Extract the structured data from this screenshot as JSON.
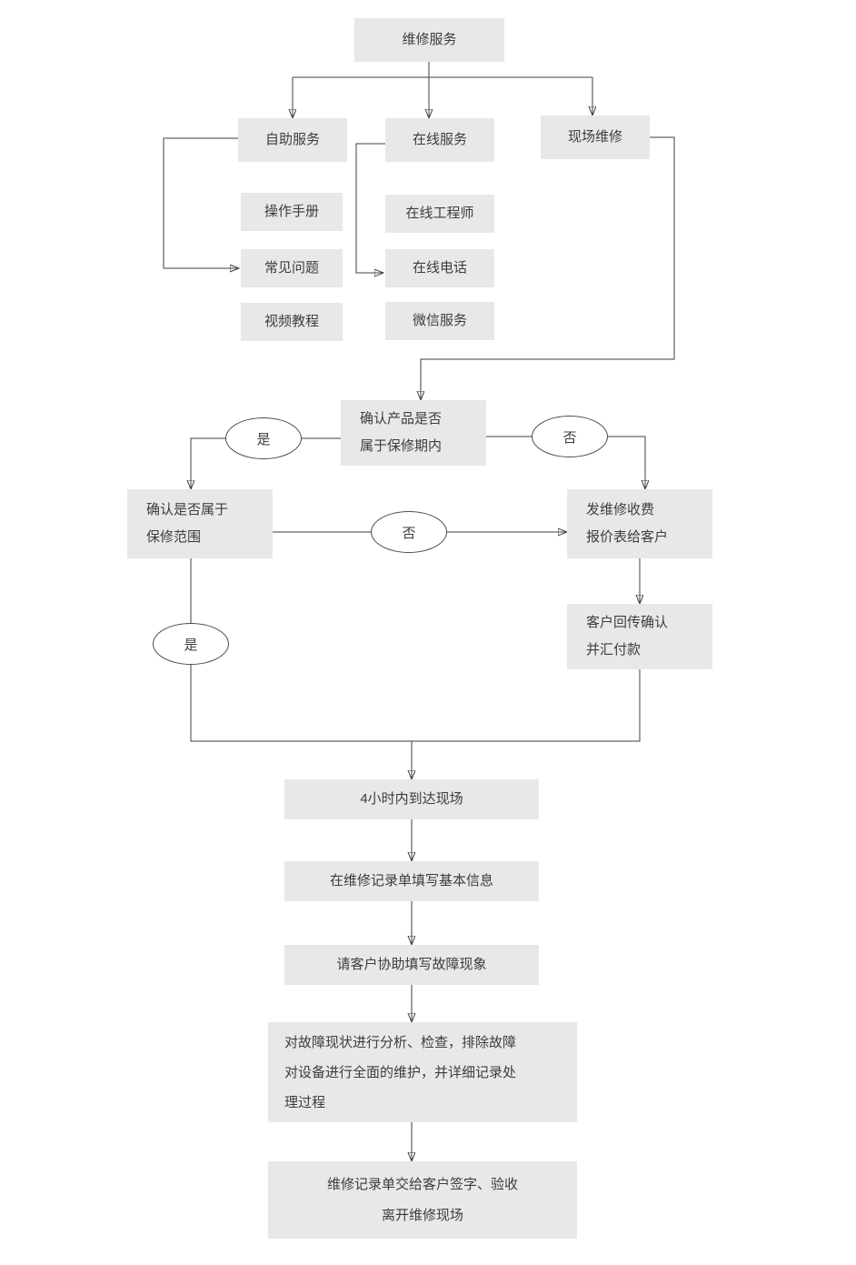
{
  "flowchart": {
    "nodes": {
      "root": "维修服务",
      "self_service": "自助服务",
      "online_service": "在线服务",
      "onsite_repair": "现场维修",
      "manual": "操作手册",
      "faq": "常见问题",
      "video": "视频教程",
      "online_engineer": "在线工程师",
      "online_phone": "在线电话",
      "wechat": "微信服务",
      "confirm_warranty": "确认产品是否\n属于保修期内",
      "confirm_scope": "确认是否属于\n保修范围",
      "send_quote": "发维修收费\n报价表给客户",
      "customer_confirm": "客户回传确认\n并汇付款",
      "arrive_onsite": "4小时内到达现场",
      "fill_basic_info": "在维修记录单填写基本信息",
      "fill_fault_info": "请客户协助填写故障现象",
      "analyze_fault": "对故障现状进行分析、检查，排除故障\n对设备进行全面的维护，并详细记录处\n理过程",
      "sign_off": "维修记录单交给客户签字、验收\n离开维修现场"
    },
    "decisions": {
      "warranty_yes": "是",
      "warranty_no": "否",
      "scope_no": "否",
      "scope_yes": "是"
    },
    "colors": {
      "node_fill": "#e8e8e8",
      "node_text": "#3d3d3d",
      "line": "#3f3f3f",
      "ellipse_fill": "#ffffff",
      "ellipse_border": "#4b4b4b",
      "background": "#ffffff"
    }
  }
}
